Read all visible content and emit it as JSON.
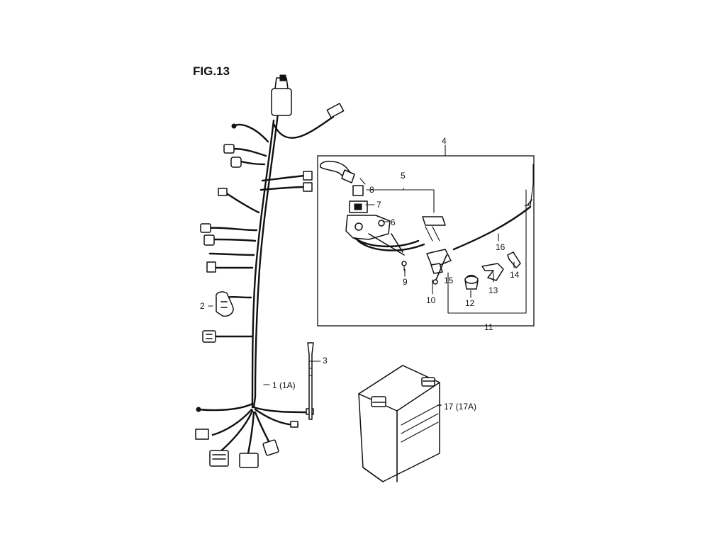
{
  "fig": {
    "title": "FIG.13"
  },
  "callouts": {
    "c1": "1 (1A)",
    "c2": "2",
    "c3": "3",
    "c4": "4",
    "c5": "5",
    "c6": "6",
    "c7": "7",
    "c8": "8",
    "c9": "9",
    "c10": "10",
    "c11": "11",
    "c12": "12",
    "c13": "13",
    "c14": "14",
    "c15": "15",
    "c16": "16",
    "c17": "17 (17A)"
  }
}
